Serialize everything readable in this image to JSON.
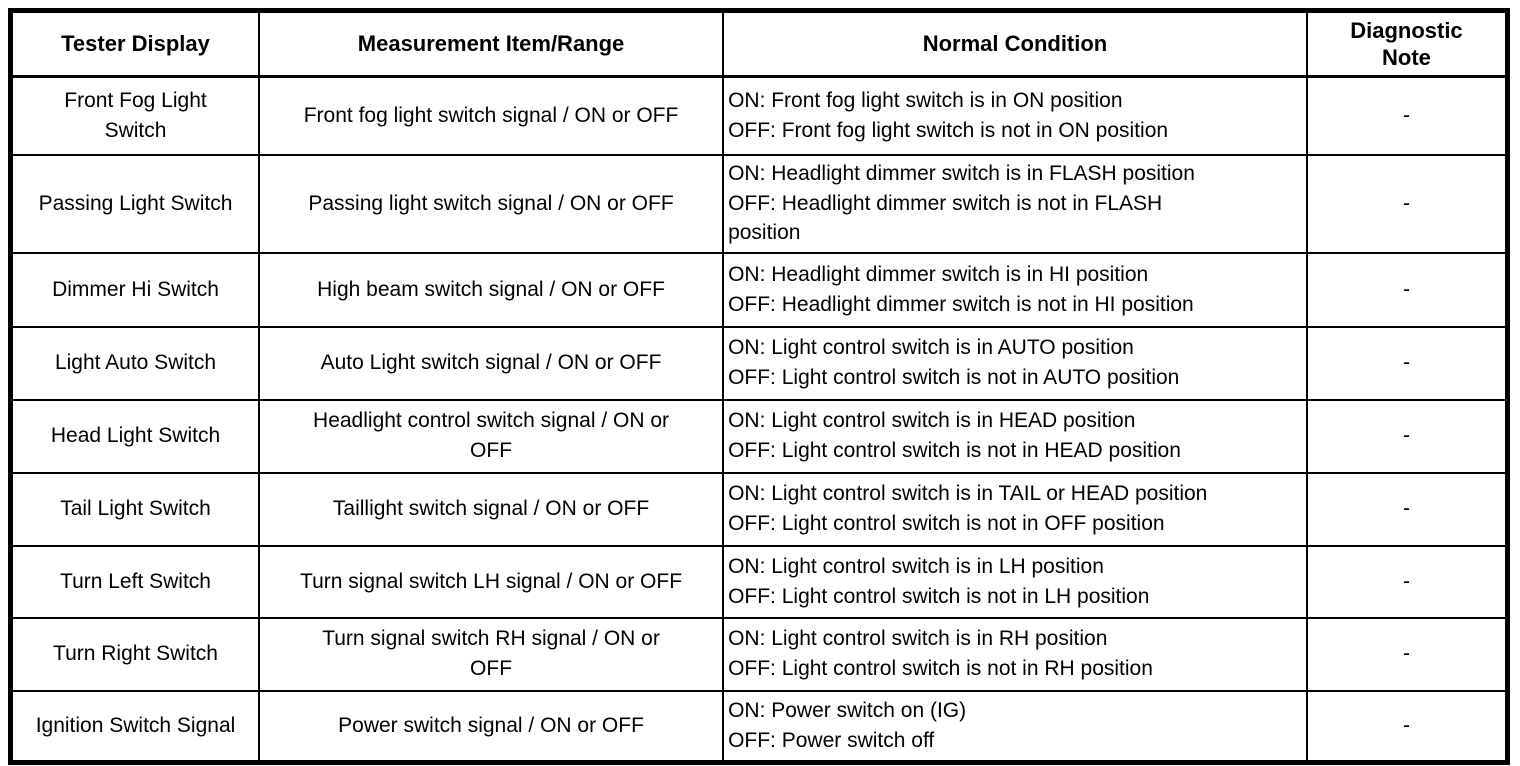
{
  "table": {
    "headers": {
      "tester_display": "Tester Display",
      "measurement": "Measurement Item/Range",
      "normal_condition": "Normal Condition",
      "diagnostic_note": "Diagnostic\nNote"
    },
    "rows": [
      {
        "tester_display": "Front Fog Light\nSwitch",
        "measurement": "Front fog light switch signal / ON or OFF",
        "normal_condition": "ON: Front fog light switch is in ON position\nOFF: Front fog light switch is not in ON position",
        "diagnostic_note": "-"
      },
      {
        "tester_display": "Passing Light Switch",
        "measurement": "Passing light switch signal / ON or OFF",
        "normal_condition": "ON: Headlight dimmer switch is in FLASH position\nOFF: Headlight dimmer switch is not in FLASH\nposition",
        "diagnostic_note": "-"
      },
      {
        "tester_display": "Dimmer Hi Switch",
        "measurement": "High beam switch signal / ON or OFF",
        "normal_condition": "ON: Headlight dimmer switch is in HI position\nOFF: Headlight dimmer switch is not in HI position",
        "diagnostic_note": "-"
      },
      {
        "tester_display": "Light Auto Switch",
        "measurement": "Auto Light switch signal / ON or OFF",
        "normal_condition": "ON: Light control switch is in AUTO position\nOFF: Light control switch is not in AUTO position",
        "diagnostic_note": "-"
      },
      {
        "tester_display": "Head Light Switch",
        "measurement": "Headlight control switch signal / ON or\nOFF",
        "normal_condition": "ON: Light control switch is in HEAD position\nOFF: Light control switch is not in HEAD position",
        "diagnostic_note": "-"
      },
      {
        "tester_display": "Tail Light Switch",
        "measurement": "Taillight switch signal / ON or OFF",
        "normal_condition": "ON: Light control switch is in TAIL or HEAD position\nOFF: Light control switch is not in OFF position",
        "diagnostic_note": "-"
      },
      {
        "tester_display": "Turn Left Switch",
        "measurement": "Turn signal switch LH signal / ON or OFF",
        "normal_condition": "ON: Light control switch is in LH position\nOFF: Light control switch is not in LH position",
        "diagnostic_note": "-"
      },
      {
        "tester_display": "Turn Right Switch",
        "measurement": "Turn signal switch RH signal / ON or\nOFF",
        "normal_condition": "ON: Light control switch is in RH position\nOFF: Light control switch is not in RH position",
        "diagnostic_note": "-"
      },
      {
        "tester_display": "Ignition Switch Signal",
        "measurement": "Power switch signal / ON or OFF",
        "normal_condition": "ON: Power switch on (IG)\nOFF: Power switch off",
        "diagnostic_note": "-"
      }
    ]
  }
}
